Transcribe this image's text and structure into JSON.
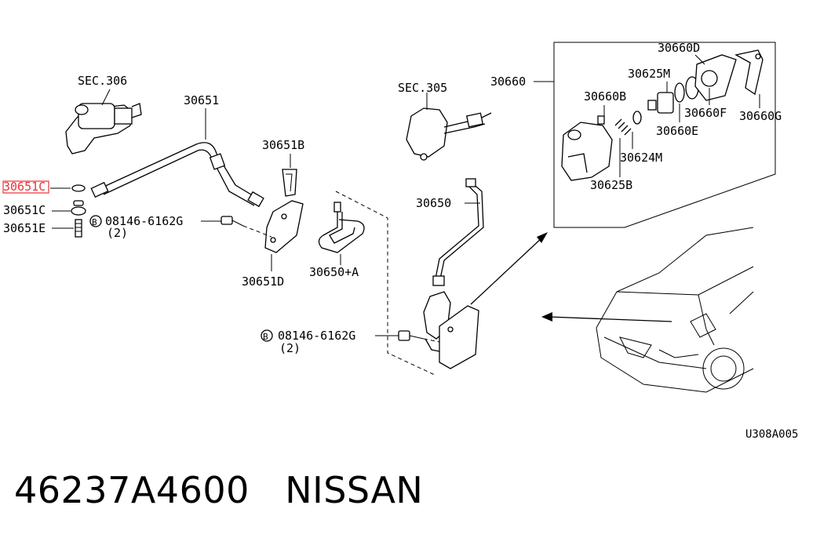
{
  "diagram": {
    "labels": {
      "sec306": "SEC.306",
      "p30651": "30651",
      "p30651B": "30651B",
      "p30651C_hl": "30651C",
      "p30651C": "30651C",
      "p30651E": "30651E",
      "bolt1_code": "08146-6162G",
      "bolt1_qty": "(2)",
      "p30651D": "30651D",
      "p30650A": "30650+A",
      "sec305": "SEC.305",
      "p30650": "30650",
      "bolt2_code": "08146-6162G",
      "bolt2_qty": "(2)",
      "p30660": "30660",
      "p30660D": "30660D",
      "p30625M": "30625M",
      "p30660B": "30660B",
      "p30660F": "30660F",
      "p30660G": "30660G",
      "p30660E": "30660E",
      "p30624M": "30624M",
      "p30625B": "30625B",
      "bolt_symbol": "B",
      "fig_code": "U308A005"
    },
    "colors": {
      "highlight": "#e8333a",
      "ink": "#000000"
    }
  },
  "caption": "46237A4600   NISSAN"
}
